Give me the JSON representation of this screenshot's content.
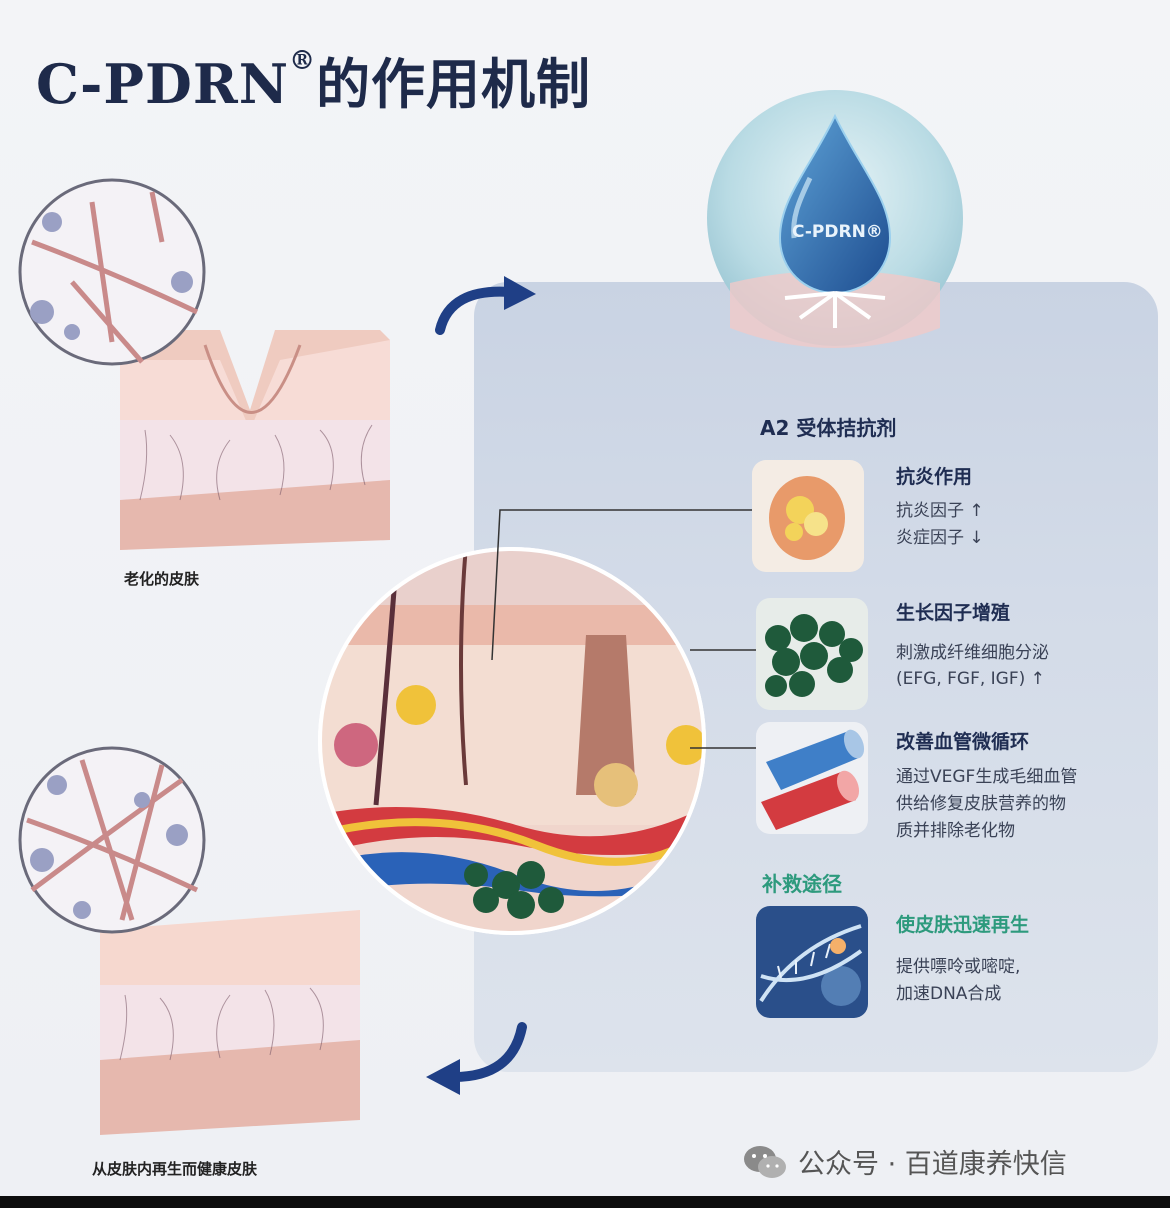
{
  "title": {
    "main": "C-PDRN",
    "sup": "®",
    "suffix": "的作用机制"
  },
  "drop_label": "C-PDRN®",
  "section_header": "A2 受体拮抗剂",
  "mechanisms": [
    {
      "title": "抗炎作用",
      "line1": "抗炎因子 ↑",
      "line2": "炎症因子 ↓"
    },
    {
      "title": "生长因子增殖",
      "line1": "刺激成纤维细胞分泌",
      "line2": "(EFG, FGF, IGF) ↑"
    },
    {
      "title": "改善血管微循环",
      "line1": "通过VEGF生成毛细血管",
      "line2": "供给修复皮肤营养的物",
      "line3": "质并排除老化物"
    }
  ],
  "rescue": {
    "header": "补救途径",
    "title": "使皮肤迅速再生",
    "line1": "提供嘌呤或嘧啶,",
    "line2": "加速DNA合成"
  },
  "aging_caption": "老化的皮肤",
  "healthy_caption": "从皮肤内再生而健康皮肤",
  "watermark": "公众号 · 百道康养快信",
  "colors": {
    "navy": "#1f2d52",
    "accent_green": "#2d9a7d",
    "panel": "#d3dbe8",
    "arrow": "#1f3f86"
  }
}
